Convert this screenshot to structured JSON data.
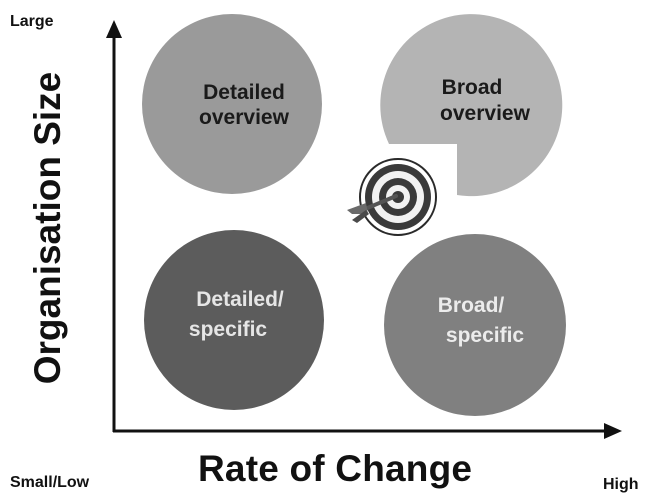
{
  "axes": {
    "y_title": "Organisation Size",
    "y_top_label": "Large",
    "x_title": "Rate of Change",
    "origin_label": "Small/Low",
    "x_end_label": "High"
  },
  "quadrants": {
    "top_left": {
      "line1": "Detailed",
      "line2": "overview",
      "fill": "#9a9a9a",
      "text": "#1a1a1a"
    },
    "top_right": {
      "line1": "Broad",
      "line2": "overview",
      "fill": "#b4b4b4",
      "text": "#1a1a1a"
    },
    "bottom_left": {
      "line1": "Detailed/",
      "line2": "specific",
      "fill": "#5c5c5c",
      "text": "#e6e6e6"
    },
    "bottom_right": {
      "line1": "Broad/",
      "line2": "specific",
      "fill": "#808080",
      "text": "#ececec"
    }
  },
  "icons": {
    "center": "target-with-dart-icon"
  }
}
